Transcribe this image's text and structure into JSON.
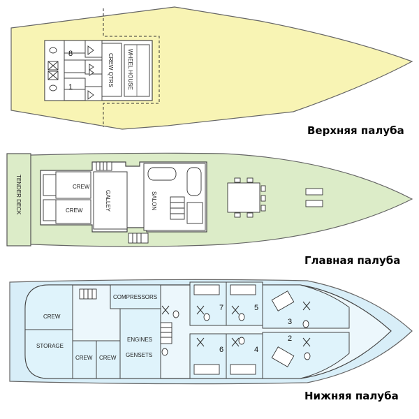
{
  "decks": {
    "upper": {
      "title": "Верхняя палуба",
      "rooms": {
        "crew_qtrs": "CREW QTRS",
        "wheel_house": "WHEEL HOUSE"
      },
      "cabin_numbers": [
        "8",
        "1"
      ]
    },
    "main": {
      "title": "Главная палуба",
      "rooms": {
        "tender_deck": "TENDER DECK",
        "crew_a": "CREW",
        "crew_b": "CREW",
        "galley": "GALLEY",
        "salon": "SALON"
      }
    },
    "lower": {
      "title": "Нижняя палуба",
      "rooms": {
        "crew": "CREW",
        "storage": "STORAGE",
        "crew_a": "CREW",
        "crew_b": "CREW",
        "compressors": "COMPRESSORS",
        "engines": "ENGINES",
        "gensets": "GENSETS"
      },
      "cabin_numbers": [
        "7",
        "5",
        "3",
        "2",
        "6",
        "4"
      ]
    }
  },
  "colors": {
    "upper_deck": "#f8f4b4",
    "main_deck": "#dcecc8",
    "lower_deck": "#d8eef8",
    "lower_inner": "#ecf7fc",
    "outline": "#555555"
  }
}
